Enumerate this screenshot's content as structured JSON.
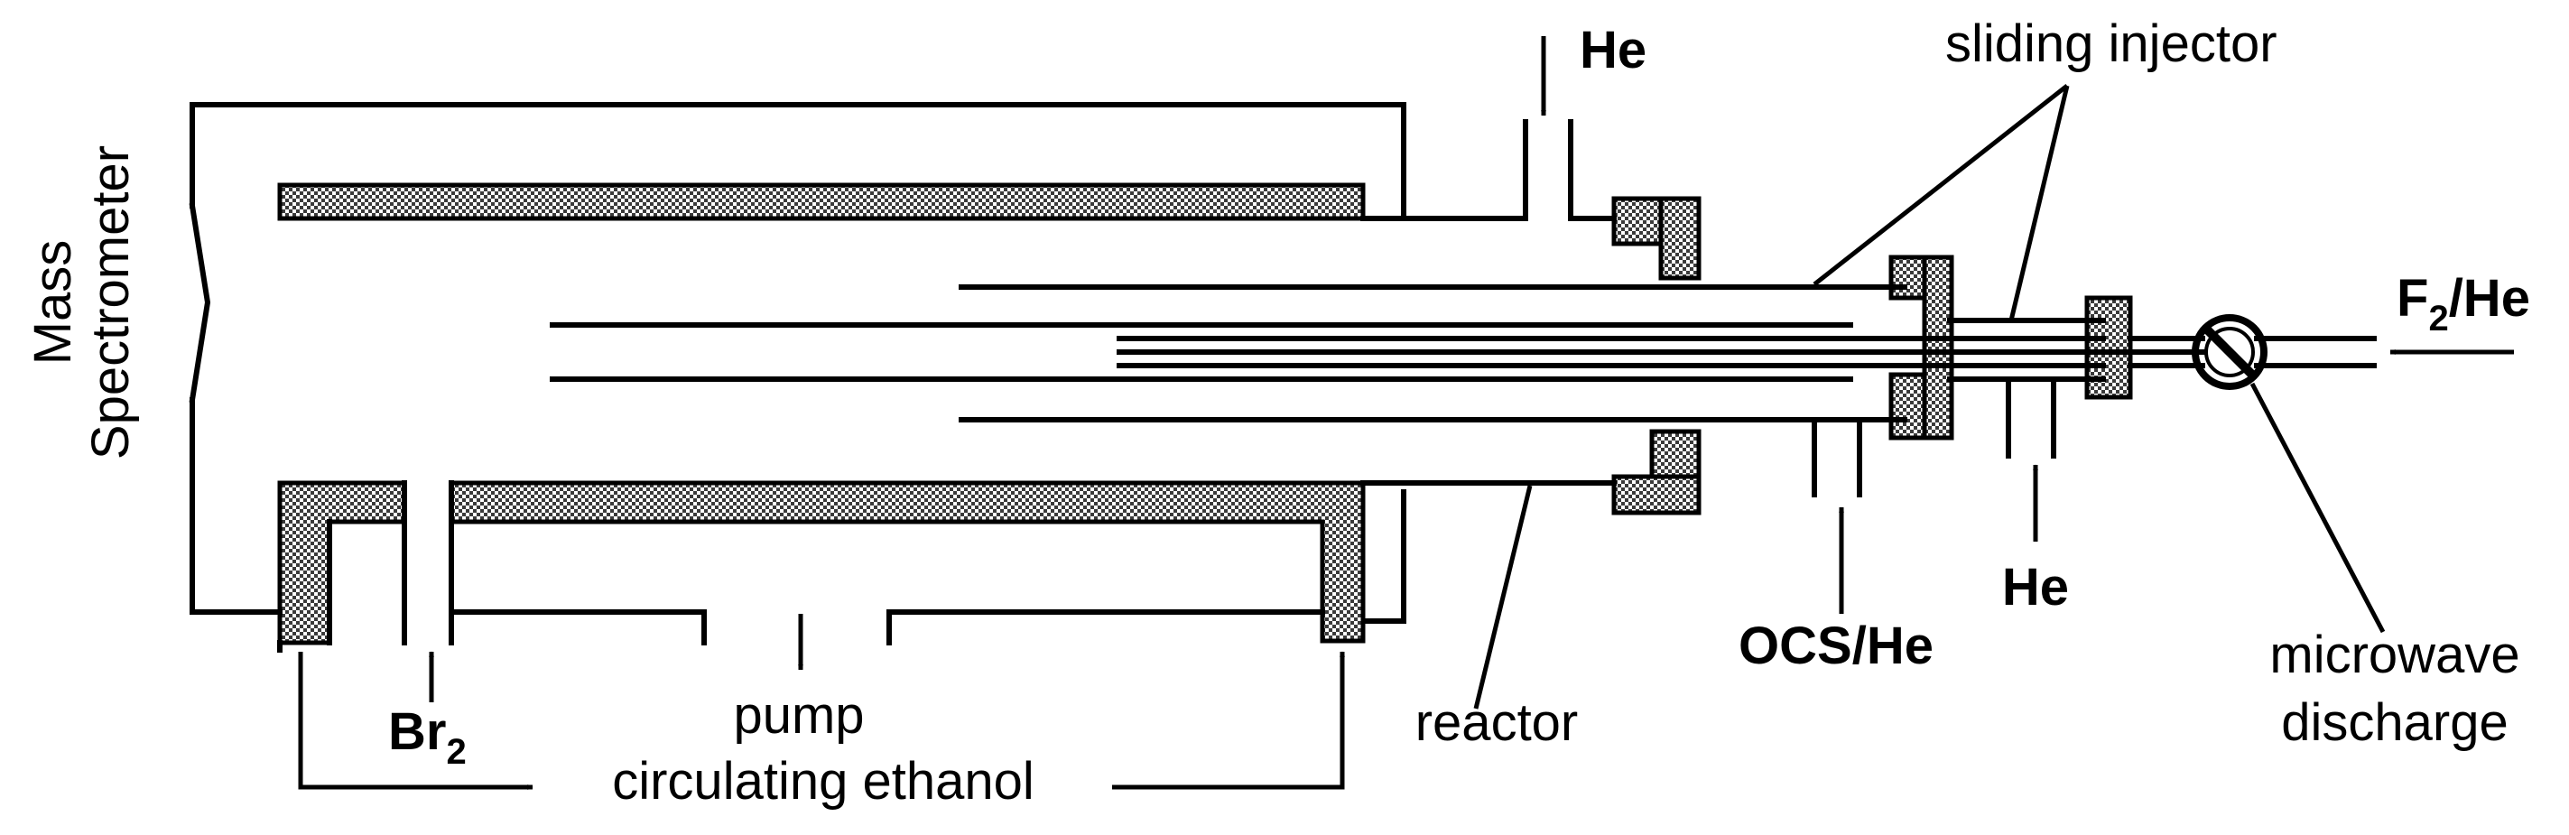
{
  "labels": {
    "mass_spectrometer_line1": "Mass",
    "mass_spectrometer_line2": "Spectrometer",
    "he_top": "He",
    "sliding_injector": "sliding injector",
    "f2he_main": "F",
    "f2he_sub": "2",
    "f2he_rest": "/He",
    "br2_main": "Br",
    "br2_sub": "2",
    "pump": "pump",
    "circulating_ethanol": "circulating ethanol",
    "reactor": "reactor",
    "ocs_he": "OCS/He",
    "he_bottom": "He",
    "microwave": "microwave",
    "discharge": "discharge"
  },
  "colors": {
    "line": "#000000",
    "hatch_dark": "#3a3a3a",
    "hatch_light": "#ffffff"
  },
  "icons": {
    "microwave_discharge": "circle-with-diagonal-slash-icon",
    "flow_arrow": "arrow-icon"
  }
}
